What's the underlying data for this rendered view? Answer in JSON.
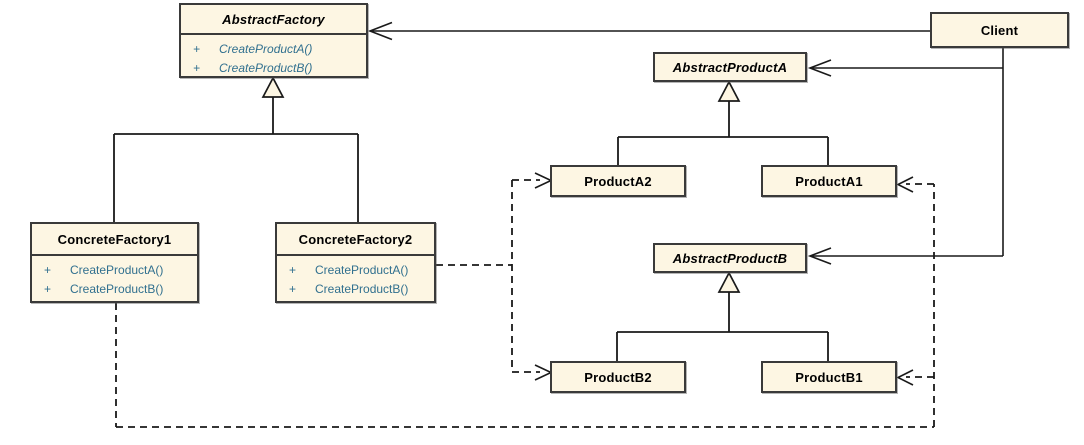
{
  "colors": {
    "class_fill": "#FDF6E3",
    "class_border": "#3A3A3A",
    "name_text": "#000000",
    "method_text": "#31708F",
    "connector": "#1A1A1A",
    "background": "#FFFFFF"
  },
  "classes": {
    "abstractFactory": {
      "name": "AbstractFactory",
      "abstract": true,
      "methods": [
        {
          "visibility": "+",
          "signature": "CreateProductA()"
        },
        {
          "visibility": "+",
          "signature": "CreateProductB()"
        }
      ]
    },
    "concreteFactory1": {
      "name": "ConcreteFactory1",
      "abstract": false,
      "methods": [
        {
          "visibility": "+",
          "signature": "CreateProductA()"
        },
        {
          "visibility": "+",
          "signature": "CreateProductB()"
        }
      ]
    },
    "concreteFactory2": {
      "name": "ConcreteFactory2",
      "abstract": false,
      "methods": [
        {
          "visibility": "+",
          "signature": "CreateProductA()"
        },
        {
          "visibility": "+",
          "signature": "CreateProductB()"
        }
      ]
    },
    "client": {
      "name": "Client",
      "abstract": false,
      "methods": []
    },
    "abstractProductA": {
      "name": "AbstractProductA",
      "abstract": true,
      "methods": []
    },
    "productA1": {
      "name": "ProductA1",
      "abstract": false,
      "methods": []
    },
    "productA2": {
      "name": "ProductA2",
      "abstract": false,
      "methods": []
    },
    "abstractProductB": {
      "name": "AbstractProductB",
      "abstract": true,
      "methods": []
    },
    "productB1": {
      "name": "ProductB1",
      "abstract": false,
      "methods": []
    },
    "productB2": {
      "name": "ProductB2",
      "abstract": false,
      "methods": []
    }
  },
  "relationships": [
    {
      "type": "association-open-arrow",
      "from": "Client",
      "to": "AbstractFactory",
      "style": "solid"
    },
    {
      "type": "association-open-arrow",
      "from": "Client",
      "to": "AbstractProductA",
      "style": "solid"
    },
    {
      "type": "association-open-arrow",
      "from": "Client",
      "to": "AbstractProductB",
      "style": "solid"
    },
    {
      "type": "generalization",
      "from": "ConcreteFactory1",
      "to": "AbstractFactory",
      "style": "solid-hollow-triangle"
    },
    {
      "type": "generalization",
      "from": "ConcreteFactory2",
      "to": "AbstractFactory",
      "style": "solid-hollow-triangle"
    },
    {
      "type": "generalization",
      "from": "ProductA1",
      "to": "AbstractProductA",
      "style": "solid-hollow-triangle"
    },
    {
      "type": "generalization",
      "from": "ProductA2",
      "to": "AbstractProductA",
      "style": "solid-hollow-triangle"
    },
    {
      "type": "generalization",
      "from": "ProductB1",
      "to": "AbstractProductB",
      "style": "solid-hollow-triangle"
    },
    {
      "type": "generalization",
      "from": "ProductB2",
      "to": "AbstractProductB",
      "style": "solid-hollow-triangle"
    },
    {
      "type": "dependency",
      "from": "ConcreteFactory1",
      "to": "ProductA1",
      "style": "dashed-open-arrow"
    },
    {
      "type": "dependency",
      "from": "ConcreteFactory1",
      "to": "ProductB1",
      "style": "dashed-open-arrow"
    },
    {
      "type": "dependency",
      "from": "ConcreteFactory2",
      "to": "ProductA2",
      "style": "dashed-open-arrow"
    },
    {
      "type": "dependency",
      "from": "ConcreteFactory2",
      "to": "ProductB2",
      "style": "dashed-open-arrow"
    }
  ]
}
